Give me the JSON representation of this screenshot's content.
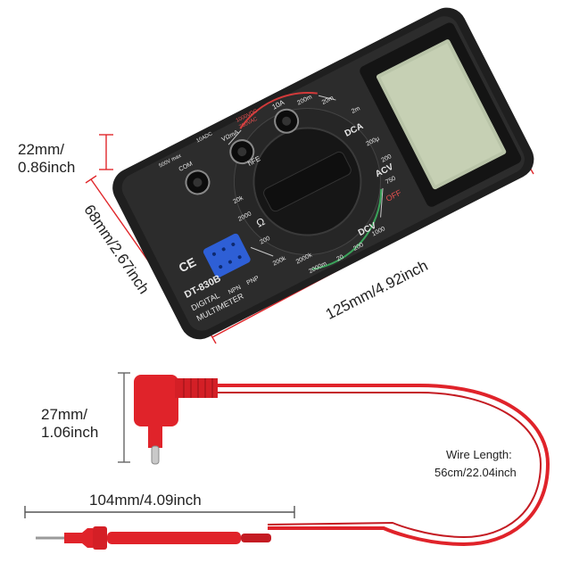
{
  "dimensions": {
    "thickness": {
      "mm": "22mm/",
      "inch": "0.86inch"
    },
    "width": "68mm/2.67inch",
    "length": "125mm/4.92inch",
    "plug_length": {
      "mm": "27mm/",
      "inch": "1.06inch"
    },
    "probe_length": "104mm/4.09inch",
    "wire": {
      "title": "Wire Length:",
      "value": "56cm/22.04inch"
    }
  },
  "meter": {
    "model": "DT-830B",
    "name_line1": "DIGITAL",
    "name_line2": "MULTIMETER",
    "ce_mark": "CE",
    "dcv": "DCV",
    "acv": "ACV",
    "dca": "DCA",
    "off": "OFF",
    "ohm": "Ω",
    "hfe": "hFE",
    "npn": "NPN",
    "pnp": "PNP",
    "dcv_ranges": [
      "2000m",
      "20",
      "200",
      "1000"
    ],
    "acv_ranges": [
      "750",
      "200"
    ],
    "dca_ranges": [
      "200μ",
      "2m",
      "20m",
      "200m"
    ],
    "ohm_ranges": [
      "200",
      "2000",
      "20k",
      "200k",
      "2000k"
    ],
    "jack_10a": "10A",
    "jack_vma": "VΩmA",
    "jack_com": "COM",
    "warn_1": "10ADC",
    "warn_2": "1000VDC",
    "warn_3": "750VAC",
    "warn_4": "500V max"
  },
  "colors": {
    "meter_body": "#2a2a2a",
    "lcd": "#b9c4a8",
    "dimension_line": "#e0272b",
    "probe": "#e0232a",
    "blue_socket": "#2e5fd6"
  }
}
